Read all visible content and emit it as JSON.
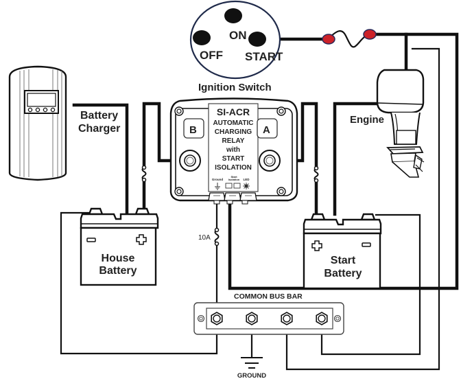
{
  "ignition_switch": {
    "positions": [
      "ON",
      "OFF",
      "START"
    ],
    "label": "Ignition Switch"
  },
  "battery_charger": {
    "label_line1": "Battery",
    "label_line2": "Charger",
    "button_count": 4
  },
  "relay": {
    "title": "SI-ACR",
    "lines": [
      "AUTOMATIC",
      "CHARGING",
      "RELAY",
      "with",
      "START",
      "ISOLATION"
    ],
    "terminal_b": "B",
    "terminal_a": "A",
    "bottom_labels": {
      "ground": "Ground",
      "start_isolation": "Start\nIsolation",
      "led": "LED"
    }
  },
  "engine": {
    "label": "Engine"
  },
  "house_battery": {
    "label_line1": "House",
    "label_line2": "Battery",
    "left_post": "negative",
    "right_post": "positive"
  },
  "start_battery": {
    "label_line1": "Start",
    "label_line2": "Battery",
    "left_post": "positive",
    "right_post": "negative"
  },
  "fuse_relay": {
    "rating": "10A"
  },
  "bus_bar": {
    "label": "COMMON BUS BAR",
    "terminal_count": 4
  },
  "ground": {
    "label": "GROUND"
  },
  "colors": {
    "wire": "#111111",
    "fuse_holder": "#cc2229",
    "fuse_holder_outline": "#2a2a5a",
    "background": "#ffffff"
  }
}
